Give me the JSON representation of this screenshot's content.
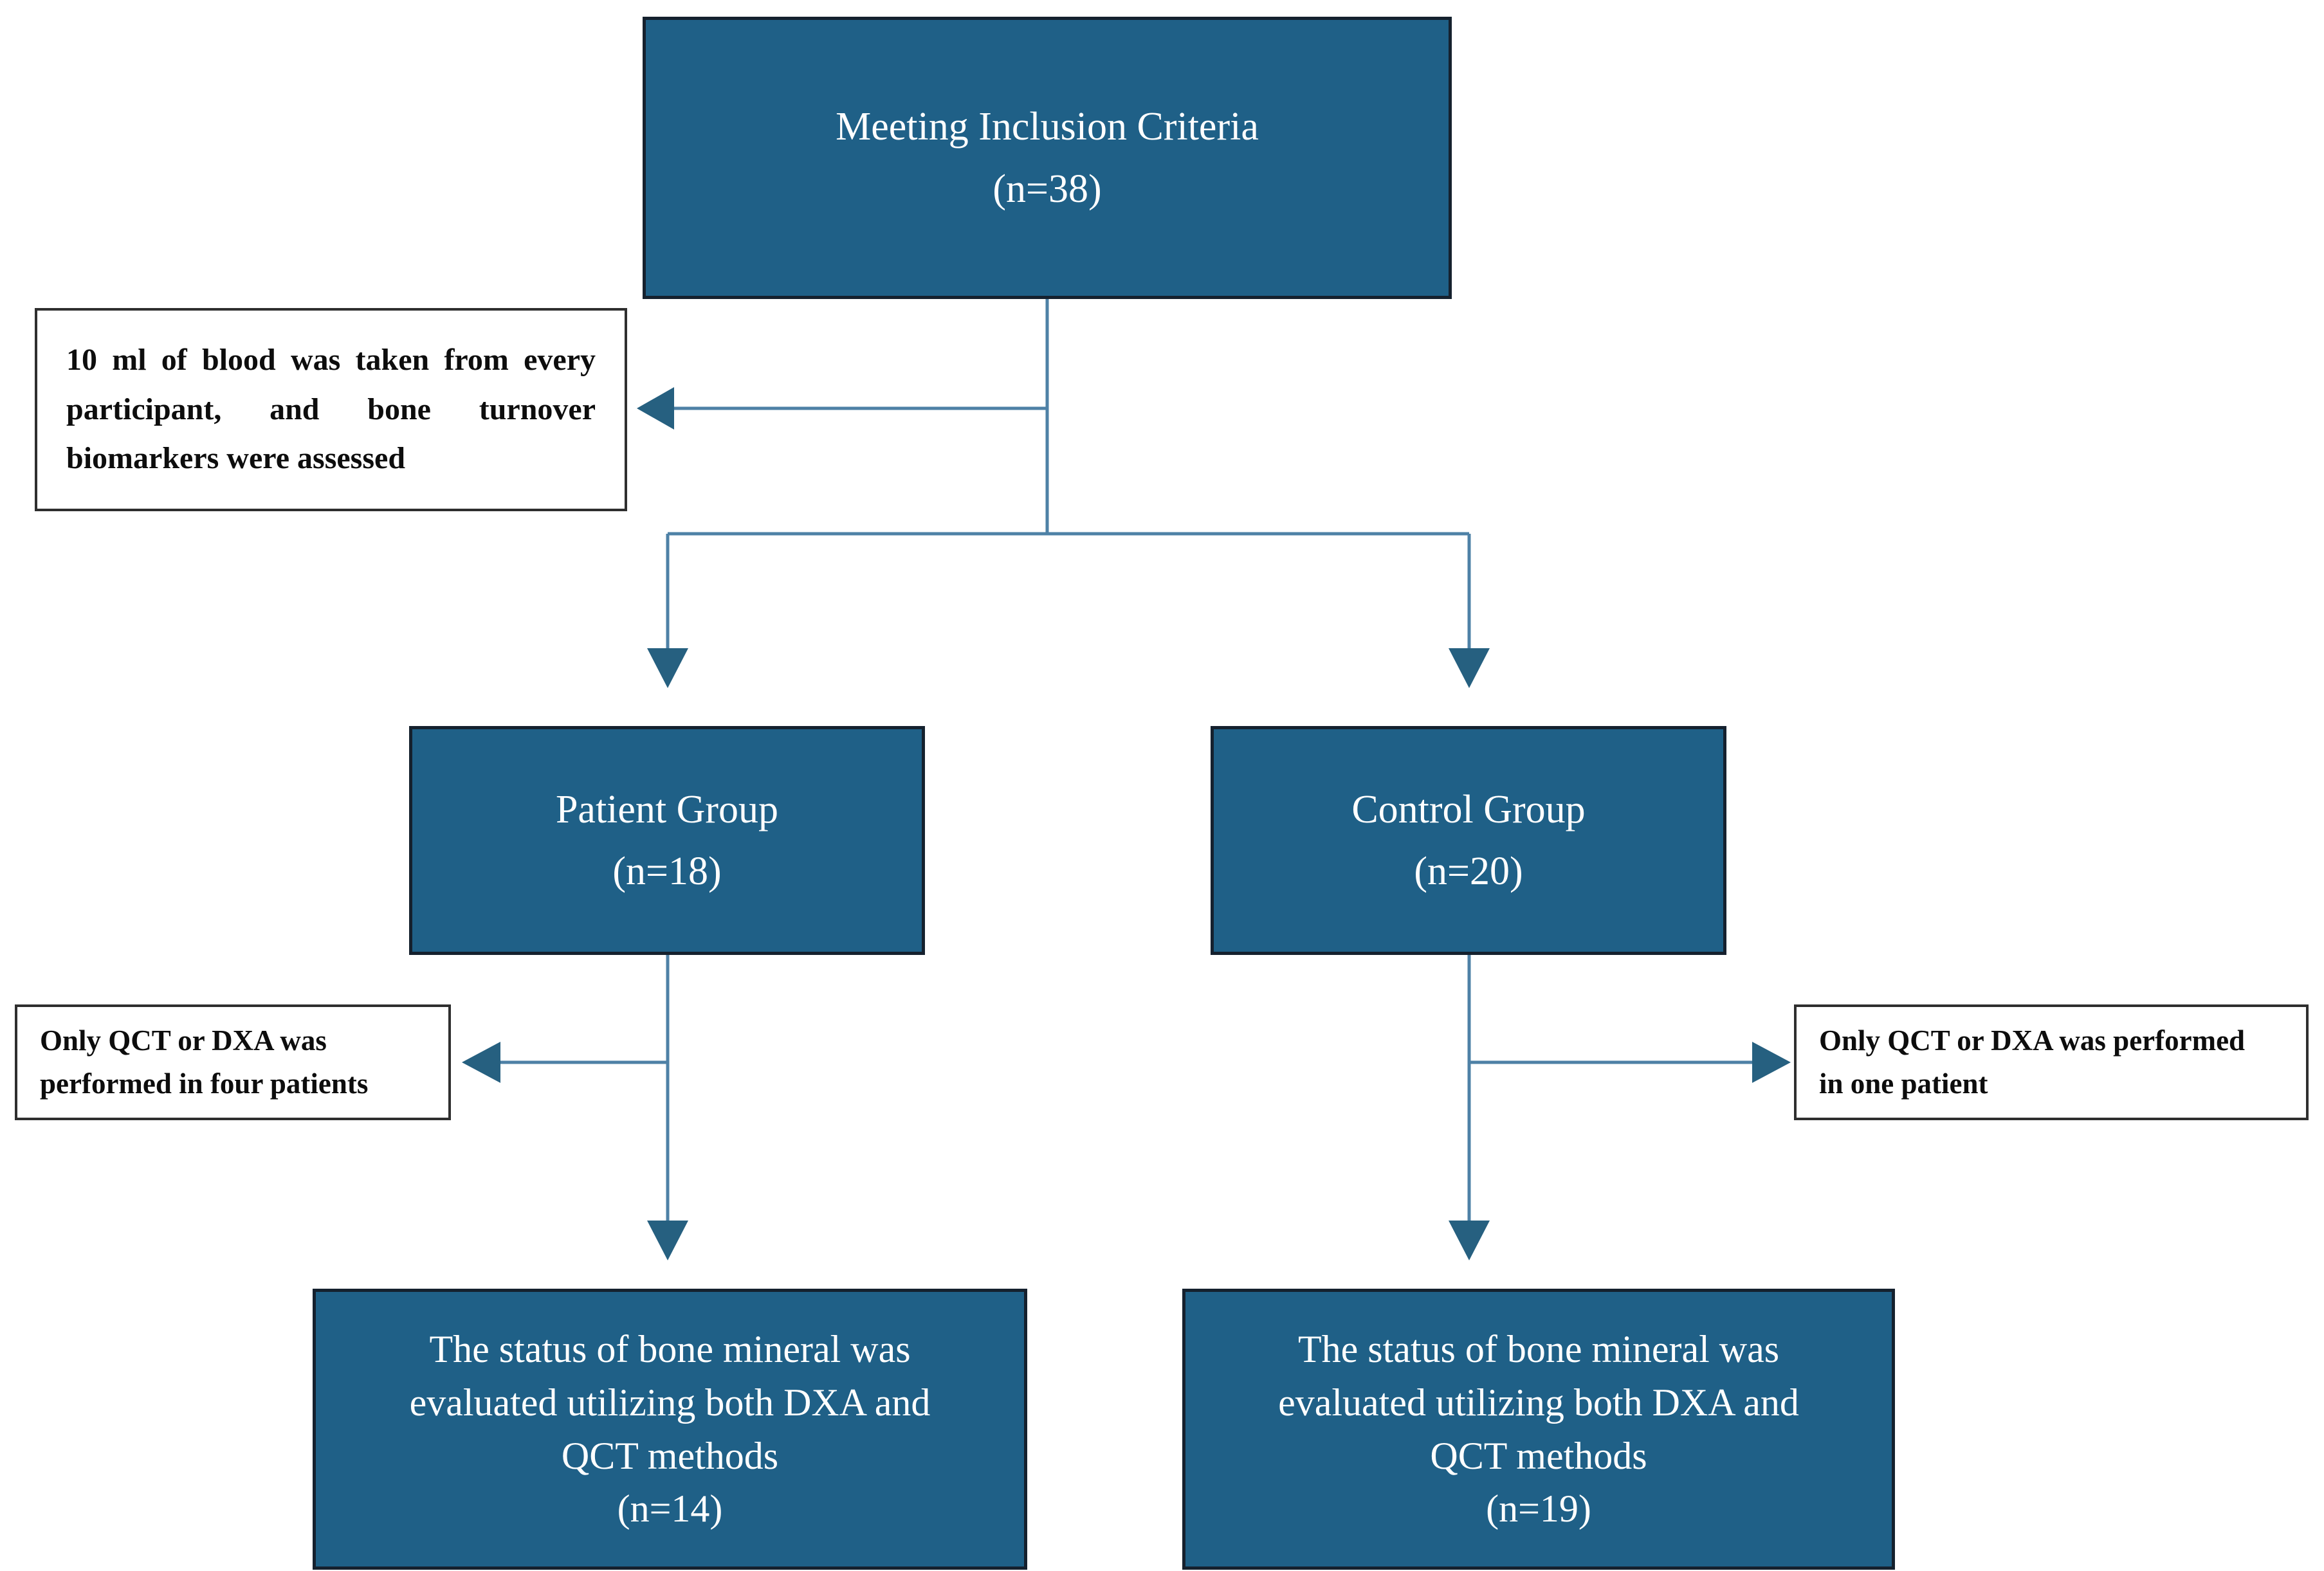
{
  "diagram": {
    "type": "flowchart",
    "boxes": {
      "inclusion": {
        "lines": [
          "Meeting Inclusion Criteria",
          "(n=38)"
        ]
      },
      "blood_note": {
        "lines": [
          "10 ml of blood was taken from every",
          "participant, and bone turnover",
          "biomarkers were assessed"
        ]
      },
      "patient": {
        "lines": [
          "Patient Group",
          "(n=18)"
        ]
      },
      "control": {
        "lines": [
          "Control Group",
          "(n=20)"
        ]
      },
      "patient_note": {
        "lines": [
          "Only QCT or DXA was",
          "performed in four patients"
        ]
      },
      "control_note": {
        "lines": [
          "Only QCT or DXA was performed",
          "in one patient"
        ]
      },
      "patient_outcome": {
        "lines": [
          "The status of bone mineral was",
          "evaluated utilizing both DXA and",
          "QCT methods",
          "(n=14)"
        ]
      },
      "control_outcome": {
        "lines": [
          "The status of bone mineral was",
          "evaluated utilizing both DXA and",
          "QCT methods",
          "(n=19)"
        ]
      }
    },
    "colors": {
      "box_fill": "#1f6087",
      "box_border": "#15212e",
      "box_text": "#ffffff",
      "note_fill": "#ffffff",
      "note_border": "#2f2f2f",
      "note_text": "#0d0d0d",
      "line": "#4e81a6",
      "arrow": "#266080",
      "bg": "#ffffff"
    }
  }
}
